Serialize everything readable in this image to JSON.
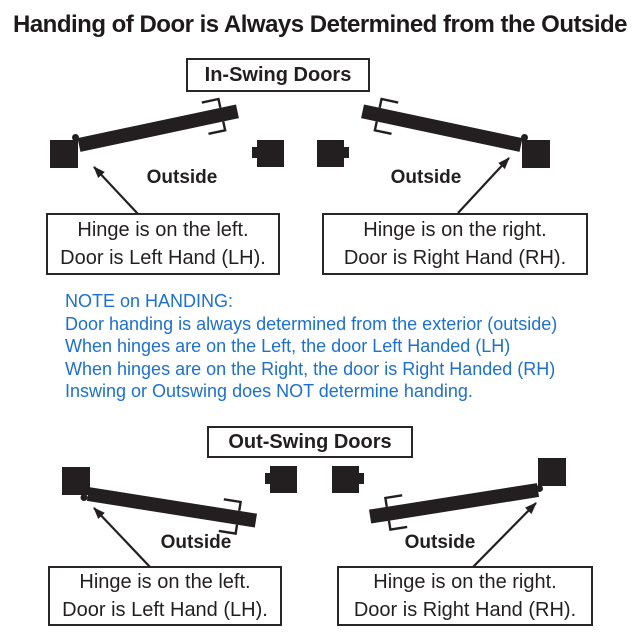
{
  "title": "Handing of Door is Always Determined from the Outside",
  "sections": {
    "in_swing": {
      "label": "In-Swing Doors"
    },
    "out_swing": {
      "label": "Out-Swing Doors"
    }
  },
  "diagrams": {
    "in_left": {
      "outside_label": "Outside"
    },
    "in_right": {
      "outside_label": "Outside"
    },
    "out_left": {
      "outside_label": "Outside"
    },
    "out_right": {
      "outside_label": "Outside"
    }
  },
  "callouts": {
    "in_left": {
      "line1": "Hinge is on the left.",
      "line2": "Door is Left Hand (LH)."
    },
    "in_right": {
      "line1": "Hinge is on the right.",
      "line2": "Door is Right Hand (RH)."
    },
    "out_left": {
      "line1": "Hinge is on the left.",
      "line2": "Door is Left Hand (LH)."
    },
    "out_right": {
      "line1": "Hinge is on the right.",
      "line2": "Door is Right Hand (RH)."
    }
  },
  "note": {
    "heading": "NOTE on HANDING:",
    "lines": [
      "Door handing is always determined from the exterior (outside)",
      "When hinges are on the Left, the door Left Handed (LH)",
      "When hinges are on the Right, the door is Right Handed (RH)",
      "Inswing or Outswing does NOT determine handing."
    ]
  },
  "colors": {
    "ink": "#231f20",
    "note_blue": "#1c70cf",
    "background": "#ffffff"
  }
}
